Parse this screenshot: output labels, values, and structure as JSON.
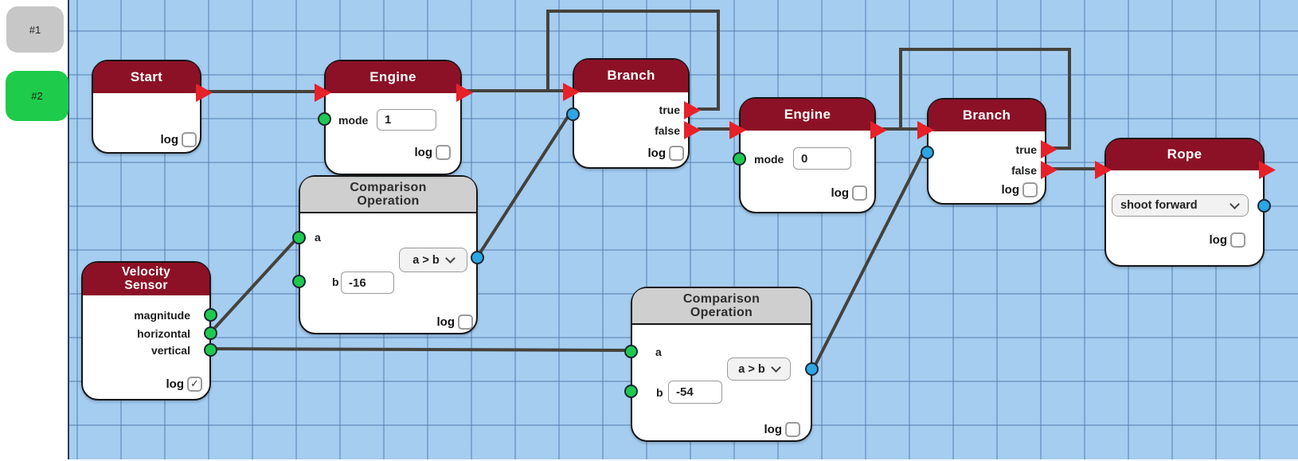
{
  "sidebar": {
    "tabs": [
      {
        "label": "#1",
        "active": false
      },
      {
        "label": "#2",
        "active": true
      }
    ]
  },
  "nodes": {
    "start": {
      "title": "Start",
      "log_label": "log",
      "log_checked": false
    },
    "engine1": {
      "title": "Engine",
      "mode_label": "mode",
      "mode_value": "1",
      "log_label": "log",
      "log_checked": false
    },
    "branch1": {
      "title": "Branch",
      "true_label": "true",
      "false_label": "false",
      "log_label": "log",
      "log_checked": false
    },
    "engine2": {
      "title": "Engine",
      "mode_label": "mode",
      "mode_value": "0",
      "log_label": "log",
      "log_checked": false
    },
    "branch2": {
      "title": "Branch",
      "true_label": "true",
      "false_label": "false",
      "log_label": "log",
      "log_checked": false
    },
    "rope": {
      "title": "Rope",
      "action_value": "shoot forward",
      "log_label": "log",
      "log_checked": false
    },
    "comparison1": {
      "title_line1": "Comparison",
      "title_line2": "Operation",
      "a_label": "a",
      "b_label": "b",
      "b_value": "-16",
      "operator_value": "a > b",
      "log_label": "log",
      "log_checked": false
    },
    "comparison2": {
      "title_line1": "Comparison",
      "title_line2": "Operation",
      "a_label": "a",
      "b_label": "b",
      "b_value": "-54",
      "operator_value": "a > b",
      "log_label": "log",
      "log_checked": false
    },
    "velocity": {
      "title_line1": "Velocity",
      "title_line2": "Sensor",
      "output_labels": [
        "magnitude",
        "horizontal",
        "vertical"
      ],
      "log_label": "log",
      "log_checked": true
    }
  },
  "colors": {
    "node_header_red": "#8c1126",
    "node_header_gray": "#cfcfcf",
    "exec_port_red": "#e62129",
    "data_port_green": "#1fc94f",
    "data_port_blue": "#2ba7e6",
    "wire": "#45423b",
    "tab_active_green": "#1ecb4a",
    "tab_inactive_gray": "#c7c7c7",
    "canvas_background": "#a5cdf0"
  }
}
